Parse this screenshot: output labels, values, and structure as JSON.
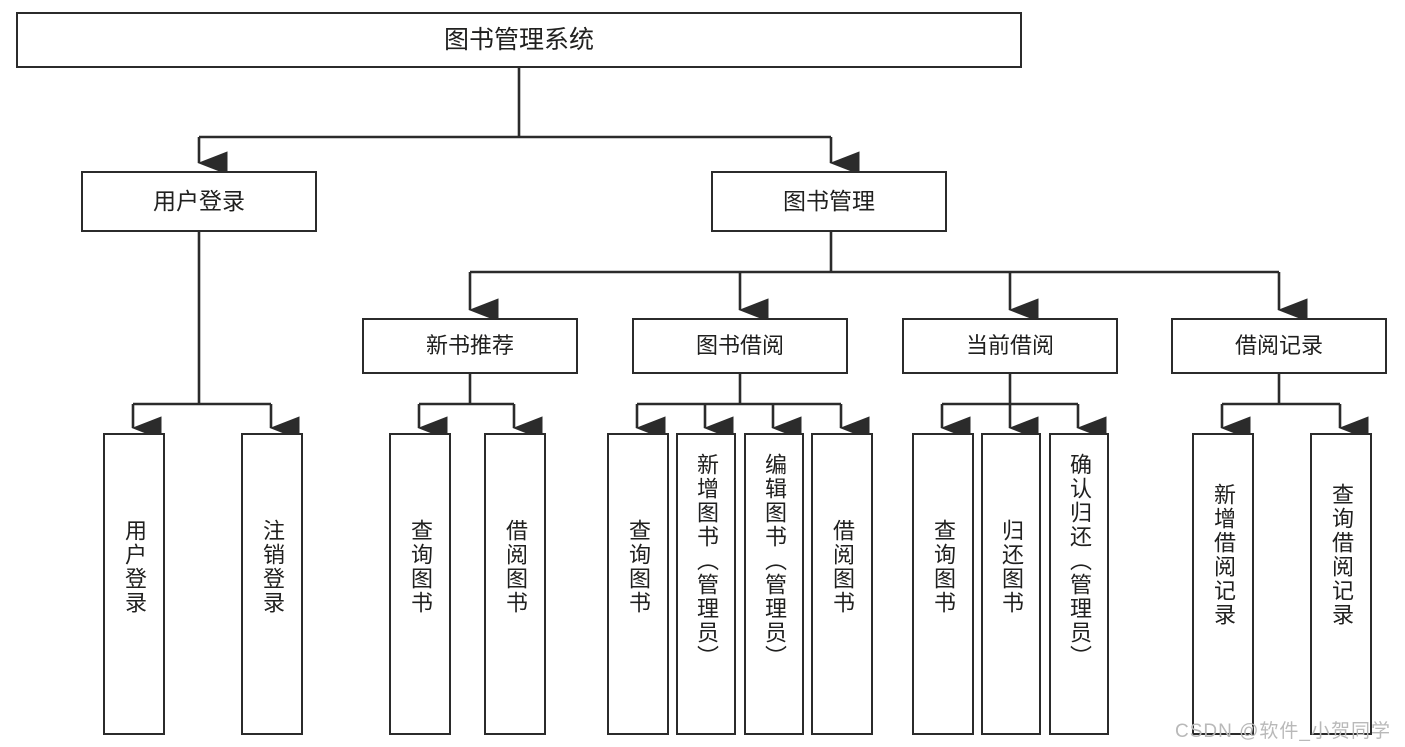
{
  "diagram": {
    "type": "tree-hierarchy",
    "title": "图书管理系统",
    "levels": 4,
    "root": {
      "id": "root",
      "label": "图书管理系统"
    },
    "level2": [
      {
        "id": "user-login",
        "label": "用户登录"
      },
      {
        "id": "book-manage",
        "label": "图书管理"
      }
    ],
    "level3": [
      {
        "id": "new-book-rec",
        "label": "新书推荐",
        "parent": "book-manage"
      },
      {
        "id": "book-borrow",
        "label": "图书借阅",
        "parent": "book-manage"
      },
      {
        "id": "current-borrow",
        "label": "当前借阅",
        "parent": "book-manage"
      },
      {
        "id": "borrow-record",
        "label": "借阅记录",
        "parent": "book-manage"
      }
    ],
    "leaves": [
      {
        "id": "leaf-user-login",
        "label": "用户登录",
        "parent": "user-login"
      },
      {
        "id": "leaf-user-logout",
        "label": "注销登录",
        "parent": "user-login"
      },
      {
        "id": "leaf-rec-query",
        "label": "查询图书",
        "parent": "new-book-rec"
      },
      {
        "id": "leaf-rec-borrow",
        "label": "借阅图书",
        "parent": "new-book-rec"
      },
      {
        "id": "leaf-borrow-query",
        "label": "查询图书",
        "parent": "book-borrow"
      },
      {
        "id": "leaf-borrow-add",
        "label": "新增图书（管理员）",
        "parent": "book-borrow"
      },
      {
        "id": "leaf-borrow-edit",
        "label": "编辑图书（管理员）",
        "parent": "book-borrow"
      },
      {
        "id": "leaf-borrow-lend",
        "label": "借阅图书",
        "parent": "book-borrow"
      },
      {
        "id": "leaf-cur-query",
        "label": "查询图书",
        "parent": "current-borrow"
      },
      {
        "id": "leaf-cur-return",
        "label": "归还图书",
        "parent": "current-borrow"
      },
      {
        "id": "leaf-cur-confirm",
        "label": "确认归还（管理员）",
        "parent": "current-borrow"
      },
      {
        "id": "leaf-rec-add",
        "label": "新增借阅记录",
        "parent": "borrow-record"
      },
      {
        "id": "leaf-rec-query2",
        "label": "查询借阅记录",
        "parent": "borrow-record"
      }
    ]
  },
  "watermark": {
    "text": "CSDN @软件_小贺同学"
  },
  "colors": {
    "stroke": "#2b2b2b",
    "fill": "#ffffff",
    "text": "#20201f",
    "watermark": "#b9b9b9"
  }
}
